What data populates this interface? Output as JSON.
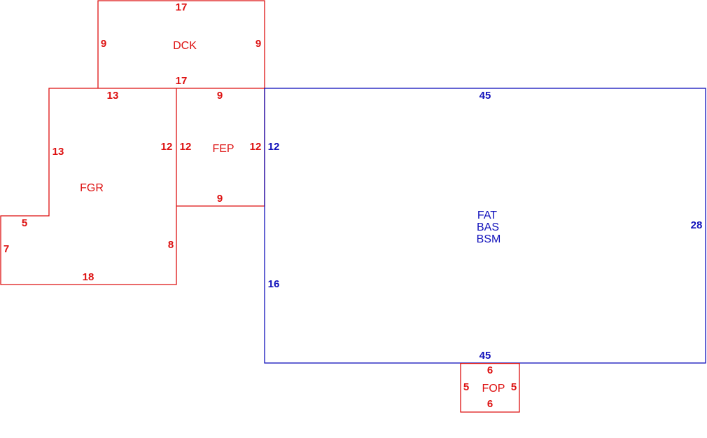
{
  "colors": {
    "accessory": "#dd1111",
    "main_structure": "#1111bb",
    "background": "#ffffff"
  },
  "areas": {
    "dck": {
      "code": "DCK",
      "dims": {
        "top": "17",
        "left": "9",
        "right": "9",
        "bottom": "17"
      }
    },
    "fgr": {
      "code": "FGR",
      "dims": {
        "top": "13",
        "left": "13",
        "right_upper": "12",
        "step": "5",
        "left_lower": "7",
        "bottom": "18",
        "right_lower": "8"
      }
    },
    "fep": {
      "code": "FEP",
      "dims": {
        "top": "9",
        "left": "12",
        "right": "12",
        "bottom": "9"
      }
    },
    "main": {
      "codes": [
        "FAT",
        "BAS",
        "BSM"
      ],
      "dims": {
        "top": "45",
        "left_upper": "12",
        "left_lower": "16",
        "right": "28",
        "bottom": "45"
      }
    },
    "fop": {
      "code": "FOP",
      "dims": {
        "top": "6",
        "left": "5",
        "right": "5",
        "bottom": "6"
      }
    }
  }
}
